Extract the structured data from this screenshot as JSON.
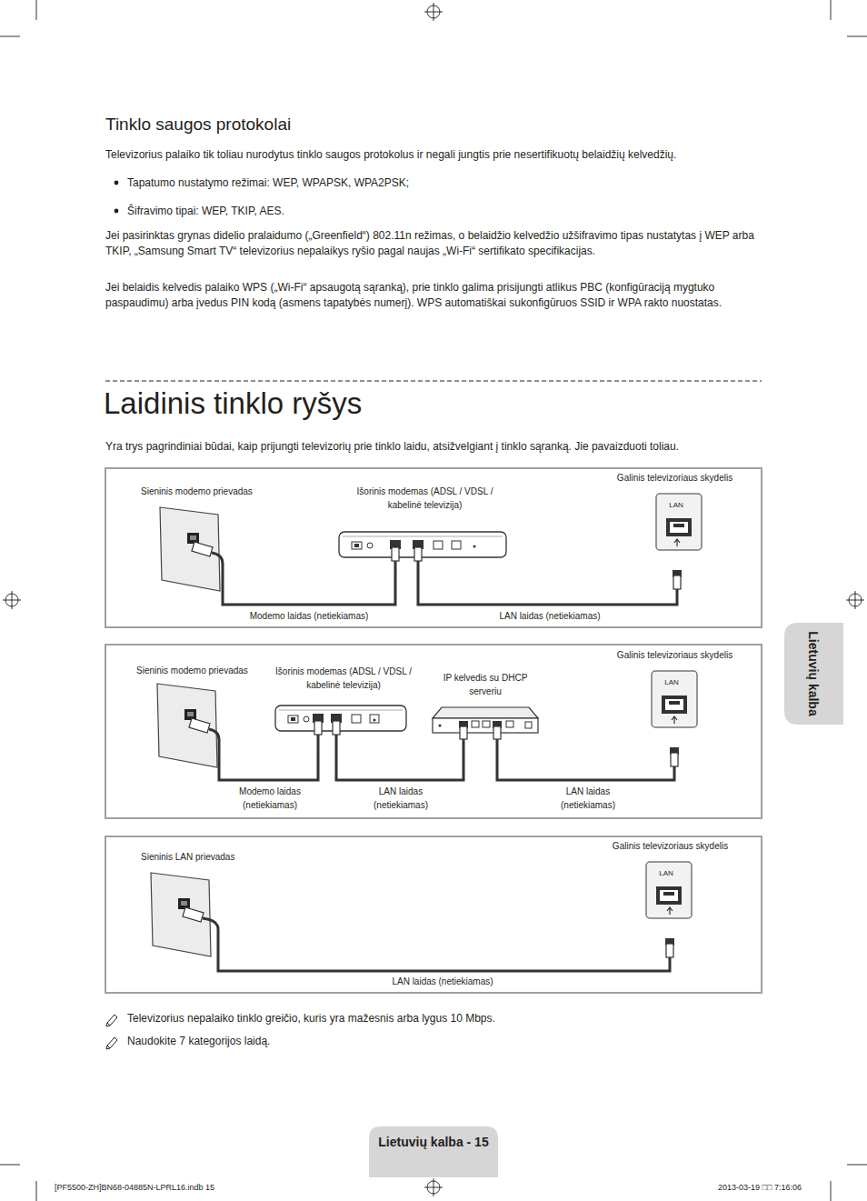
{
  "diagram": {
    "title": "Tinklo saugos protokolai",
    "nodes": [
      {
        "text": [
          "Sieninis modemo prievadas"
        ]
      },
      {
        "text": [
          "Išorinis modemas (ADSL / VDSL / kabelinė televizija)"
        ]
      },
      {
        "text": [
          "Galinis televizoriaus skydelis",
          "LAN"
        ]
      },
      {
        "text": [
          "Sieninis modemo prievadas"
        ]
      },
      {
        "text": [
          "Išorinis modemas (ADSL / VDSL / kabelinė televizija)"
        ]
      },
      {
        "text": [
          "IP kelvedis su DHCP serveriu"
        ]
      },
      {
        "text": [
          "Galinis televizoriaus skydelis",
          "LAN"
        ]
      },
      {
        "text": [
          "Sieninis LAN prievadas"
        ]
      },
      {
        "text": [
          "Galinis televizoriaus skydelis",
          "LAN"
        ]
      }
    ],
    "edges": [
      {
        "from": 0,
        "to": 1,
        "label": "Modemo laidas (netiekiamas)",
        "arrow": "none"
      },
      {
        "from": 1,
        "to": 2,
        "label": "LAN laidas (netiekiamas)",
        "arrow": "none"
      },
      {
        "from": 3,
        "to": 4,
        "label": "Modemo laidas (netiekiamas)",
        "arrow": "none"
      },
      {
        "from": 4,
        "to": 5,
        "label": "LAN laidas (netiekiamas)",
        "arrow": "none"
      },
      {
        "from": 5,
        "to": 6,
        "label": "LAN laidas (netiekiamas)",
        "arrow": "none"
      },
      {
        "from": 7,
        "to": 8,
        "label": "LAN laidas (netiekiamas)",
        "arrow": "none"
      }
    ],
    "labels": [
      "Televizorius palaiko tik toliau nurodytus tinklo saugos protokolus ir negali jungtis prie nesertifikuotų belaidžių kelvedžių.",
      "Tapatumo nustatymo režimai: WEP, WPAPSK, WPA2PSK;",
      "Šifravimo tipai: WEP, TKIP, AES.",
      "Jei pasirinktas grynas didelio pralaidumo („Greenfield“) 802.11n režimas, o belaidžio kelvedžio užšifravimo tipas nustatytas į WEP arba TKIP, „Samsung Smart TV“ televizorius nepalaikys ryšio pagal naujas „Wi-Fi“ sertifikato specifikacijas.",
      "Jei belaidis kelvedis palaiko WPS („Wi-Fi“ apsaugotą sąranką), prie tinklo galima prisijungti atlikus PBC (konfigūraciją mygtuko paspaudimu) arba įvedus PIN kodą (asmens tapatybės numerį). WPS automatiškai sukonfigūruos SSID ir WPA rakto nuostatas.",
      "Laidinis tinklo ryšys",
      "Yra trys pagrindiniai būdai, kaip prijungti televizorių prie tinklo laidu, atsižvelgiant į tinklo sąranką. Jie pavaizduoti toliau.",
      "Televizorius nepalaiko tinklo greičio, kuris yra mažesnis arba lygus 10 Mbps.",
      "Naudokite 7 kategorijos laidą.",
      "Lietuvių kalba",
      "Lietuvių kalba - 15",
      "[PF5500-ZH]BN68-04885N-LPRL16.indb 15",
      "2013-03-19 □□ 7:16:06"
    ]
  }
}
